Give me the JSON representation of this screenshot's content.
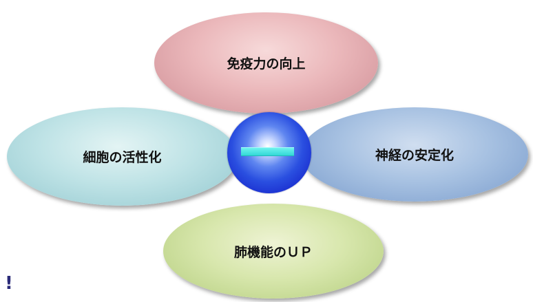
{
  "diagram": {
    "nodes": {
      "top": "免疫力の向上",
      "left": "細胞の活性化",
      "right": "神経の安定化",
      "bottom": "肺機能のＵＰ"
    },
    "center_symbol": "minus-sign",
    "stray_mark": "!"
  },
  "colors": {
    "top_fill": "#ebb8bb",
    "left_fill": "#bfe3e6",
    "right_fill": "#a8c2e2",
    "bottom_fill": "#d8e7ad",
    "sphere": "#2a4fe0",
    "minus_bar": "#40e0dc"
  }
}
